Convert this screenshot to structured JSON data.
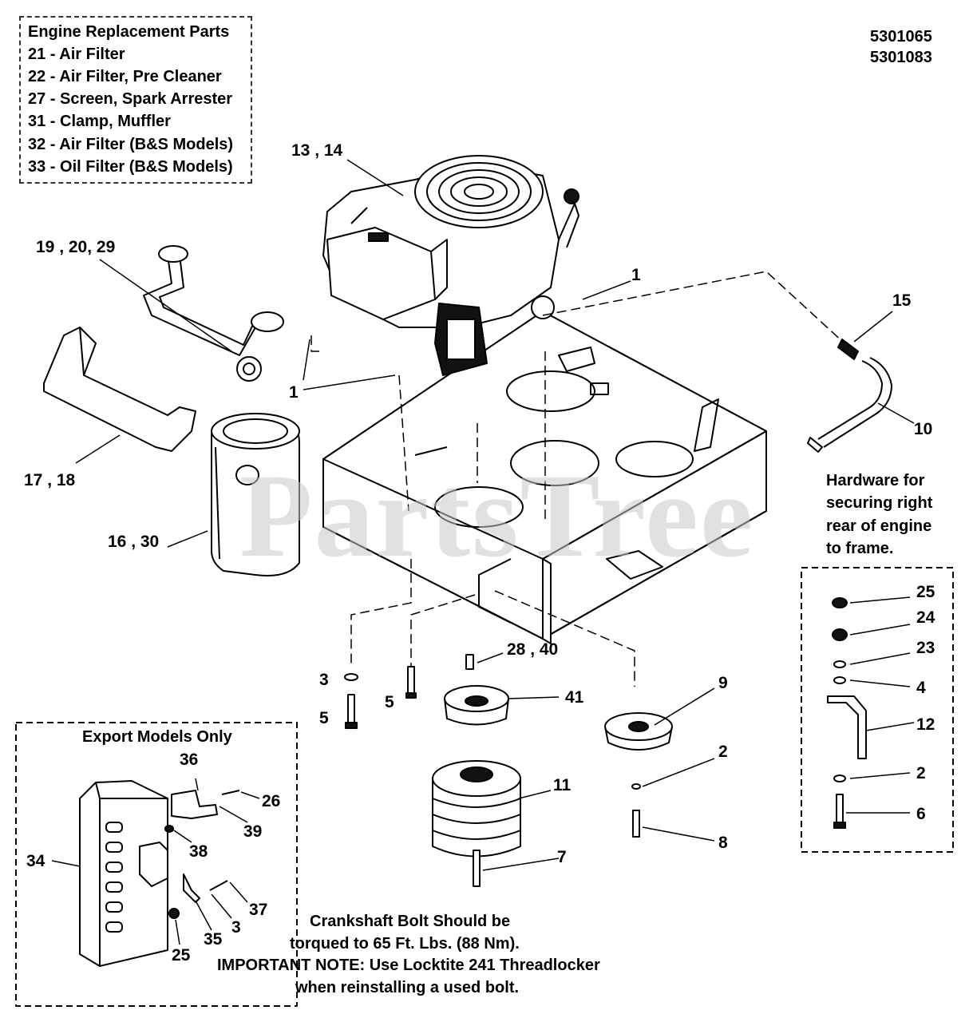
{
  "engine_parts": {
    "title": "Engine Replacement Parts",
    "items": [
      "21 - Air Filter",
      "22 - Air Filter, Pre Cleaner",
      "27 - Screen, Spark Arrester",
      "31 - Clamp, Muffler",
      "32 - Air Filter (B&S Models)",
      "33 - Oil Filter (B&S Models)"
    ]
  },
  "model_numbers": [
    "5301065",
    "5301083"
  ],
  "watermark": "PartsTree",
  "hardware_note": [
    "Hardware for",
    "securing  right",
    "rear of engine",
    "to frame."
  ],
  "export_title": "Export Models Only",
  "crankshaft_note": [
    "Crankshaft Bolt Should be",
    "torqued to 65 Ft. Lbs. (88 Nm).",
    "IMPORTANT NOTE: Use Locktite 241 Threadlocker",
    "when reinstalling a used bolt."
  ],
  "callouts": {
    "engine": "13 , 14",
    "exhaust": "19 , 20, 29",
    "bracket": "17 , 18",
    "muffler": "16 , 30",
    "fitting": "15",
    "hose": "10",
    "plug_right": "1",
    "plug_left": "1",
    "washer_3": "3",
    "bolt_5a": "5",
    "bolt_5b": "5",
    "key": "28 , 40",
    "pulley": "41",
    "idler": "9",
    "washer_2": "2",
    "bolt_8": "8",
    "clutch": "11",
    "bolt_7": "7",
    "hw_25": "25",
    "hw_24": "24",
    "hw_23": "23",
    "hw_4": "4",
    "hw_12": "12",
    "hw_2": "2",
    "hw_6": "6",
    "ex_36": "36",
    "ex_26": "26",
    "ex_39": "39",
    "ex_38": "38",
    "ex_34": "34",
    "ex_37": "37",
    "ex_3": "3",
    "ex_35": "35",
    "ex_25": "25"
  }
}
